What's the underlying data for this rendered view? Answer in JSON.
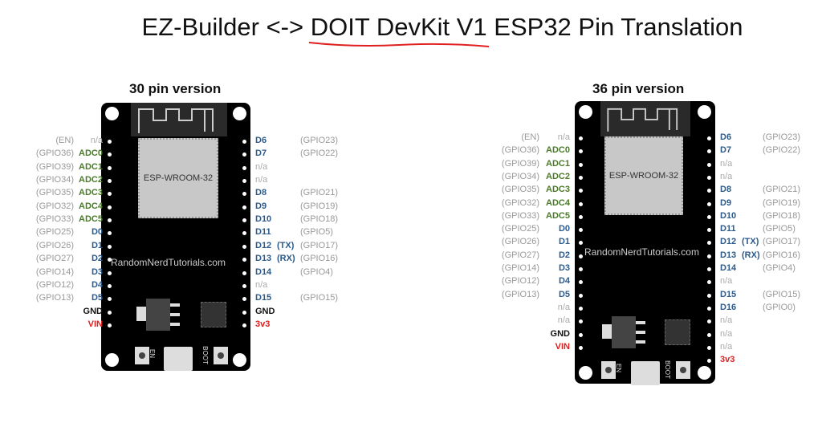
{
  "title": {
    "prefix": "EZ-Builder <-> ",
    "underlined": "DOIT DevKit V1",
    "suffix": " ESP32 Pin Translation",
    "underline_color": "#e02020"
  },
  "boards": [
    {
      "heading": "30 pin version",
      "module_label": "ESP-WROOM-32",
      "site_label": "RandomNerdTutorials.com",
      "en_label": "EN",
      "boot_label": "BOOT",
      "left": [
        {
          "gpio": "(EN)",
          "label": "n/a",
          "kind": "na"
        },
        {
          "gpio": "(GPIO36)",
          "label": "ADC0",
          "kind": "adc"
        },
        {
          "gpio": "(GPIO39)",
          "label": "ADC1",
          "kind": "adc"
        },
        {
          "gpio": "(GPIO34)",
          "label": "ADC2",
          "kind": "adc"
        },
        {
          "gpio": "(GPIO35)",
          "label": "ADC3",
          "kind": "adc"
        },
        {
          "gpio": "(GPIO32)",
          "label": "ADC4",
          "kind": "adc"
        },
        {
          "gpio": "(GPIO33)",
          "label": "ADC5",
          "kind": "adc"
        },
        {
          "gpio": "(GPIO25)",
          "label": "D0",
          "kind": "d"
        },
        {
          "gpio": "(GPIO26)",
          "label": "D1",
          "kind": "d"
        },
        {
          "gpio": "(GPIO27)",
          "label": "D2",
          "kind": "d"
        },
        {
          "gpio": "(GPIO14)",
          "label": "D3",
          "kind": "d"
        },
        {
          "gpio": "(GPIO12)",
          "label": "D4",
          "kind": "d"
        },
        {
          "gpio": "(GPIO13)",
          "label": "D5",
          "kind": "d"
        },
        {
          "gpio": "",
          "label": "GND",
          "kind": "gnd"
        },
        {
          "gpio": "",
          "label": "VIN",
          "kind": "pwr"
        }
      ],
      "right": [
        {
          "label": "D6",
          "extra": "",
          "gpio": "(GPIO23)",
          "kind": "d"
        },
        {
          "label": "D7",
          "extra": "",
          "gpio": "(GPIO22)",
          "kind": "d"
        },
        {
          "label": "n/a",
          "extra": "",
          "gpio": "",
          "kind": "na"
        },
        {
          "label": "n/a",
          "extra": "",
          "gpio": "",
          "kind": "na"
        },
        {
          "label": "D8",
          "extra": "",
          "gpio": "(GPIO21)",
          "kind": "d"
        },
        {
          "label": "D9",
          "extra": "",
          "gpio": "(GPIO19)",
          "kind": "d"
        },
        {
          "label": "D10",
          "extra": "",
          "gpio": "(GPIO18)",
          "kind": "d"
        },
        {
          "label": "D11",
          "extra": "",
          "gpio": "(GPIO5)",
          "kind": "d"
        },
        {
          "label": "D12",
          "extra": "(TX)",
          "gpio": "(GPIO17)",
          "kind": "d"
        },
        {
          "label": "D13",
          "extra": "(RX)",
          "gpio": "(GPIO16)",
          "kind": "d"
        },
        {
          "label": "D14",
          "extra": "",
          "gpio": "(GPIO4)",
          "kind": "d"
        },
        {
          "label": "n/a",
          "extra": "",
          "gpio": "",
          "kind": "na"
        },
        {
          "label": "D15",
          "extra": "",
          "gpio": "(GPIO15)",
          "kind": "d"
        },
        {
          "label": "GND",
          "extra": "",
          "gpio": "",
          "kind": "gnd"
        },
        {
          "label": "3v3",
          "extra": "",
          "gpio": "",
          "kind": "pwr"
        }
      ]
    },
    {
      "heading": "36 pin version",
      "module_label": "ESP-WROOM-32",
      "site_label": "RandomNerdTutorials.com",
      "en_label": "EN",
      "boot_label": "BOOT",
      "left": [
        {
          "gpio": "(EN)",
          "label": "n/a",
          "kind": "na"
        },
        {
          "gpio": "(GPIO36)",
          "label": "ADC0",
          "kind": "adc"
        },
        {
          "gpio": "(GPIO39)",
          "label": "ADC1",
          "kind": "adc"
        },
        {
          "gpio": "(GPIO34)",
          "label": "ADC2",
          "kind": "adc"
        },
        {
          "gpio": "(GPIO35)",
          "label": "ADC3",
          "kind": "adc"
        },
        {
          "gpio": "(GPIO32)",
          "label": "ADC4",
          "kind": "adc"
        },
        {
          "gpio": "(GPIO33)",
          "label": "ADC5",
          "kind": "adc"
        },
        {
          "gpio": "(GPIO25)",
          "label": "D0",
          "kind": "d"
        },
        {
          "gpio": "(GPIO26)",
          "label": "D1",
          "kind": "d"
        },
        {
          "gpio": "(GPIO27)",
          "label": "D2",
          "kind": "d"
        },
        {
          "gpio": "(GPIO14)",
          "label": "D3",
          "kind": "d"
        },
        {
          "gpio": "(GPIO12)",
          "label": "D4",
          "kind": "d"
        },
        {
          "gpio": "(GPIO13)",
          "label": "D5",
          "kind": "d"
        },
        {
          "gpio": "",
          "label": "n/a",
          "kind": "na"
        },
        {
          "gpio": "",
          "label": "n/a",
          "kind": "na"
        },
        {
          "gpio": "",
          "label": "GND",
          "kind": "gnd"
        },
        {
          "gpio": "",
          "label": "VIN",
          "kind": "pwr"
        }
      ],
      "right": [
        {
          "label": "D6",
          "extra": "",
          "gpio": "(GPIO23)",
          "kind": "d"
        },
        {
          "label": "D7",
          "extra": "",
          "gpio": "(GPIO22)",
          "kind": "d"
        },
        {
          "label": "n/a",
          "extra": "",
          "gpio": "",
          "kind": "na"
        },
        {
          "label": "n/a",
          "extra": "",
          "gpio": "",
          "kind": "na"
        },
        {
          "label": "D8",
          "extra": "",
          "gpio": "(GPIO21)",
          "kind": "d"
        },
        {
          "label": "D9",
          "extra": "",
          "gpio": "(GPIO19)",
          "kind": "d"
        },
        {
          "label": "D10",
          "extra": "",
          "gpio": "(GPIO18)",
          "kind": "d"
        },
        {
          "label": "D11",
          "extra": "",
          "gpio": "(GPIO5)",
          "kind": "d"
        },
        {
          "label": "D12",
          "extra": "(TX)",
          "gpio": "(GPIO17)",
          "kind": "d"
        },
        {
          "label": "D13",
          "extra": "(RX)",
          "gpio": "(GPIO16)",
          "kind": "d"
        },
        {
          "label": "D14",
          "extra": "",
          "gpio": "(GPIO4)",
          "kind": "d"
        },
        {
          "label": "n/a",
          "extra": "",
          "gpio": "",
          "kind": "na"
        },
        {
          "label": "D15",
          "extra": "",
          "gpio": "(GPIO15)",
          "kind": "d"
        },
        {
          "label": "D16",
          "extra": "",
          "gpio": "(GPIO0)",
          "kind": "d"
        },
        {
          "label": "n/a",
          "extra": "",
          "gpio": "",
          "kind": "na"
        },
        {
          "label": "n/a",
          "extra": "",
          "gpio": "",
          "kind": "na"
        },
        {
          "label": "n/a",
          "extra": "",
          "gpio": "",
          "kind": "na"
        },
        {
          "label": "3v3",
          "extra": "",
          "gpio": "",
          "kind": "pwr"
        }
      ]
    }
  ]
}
